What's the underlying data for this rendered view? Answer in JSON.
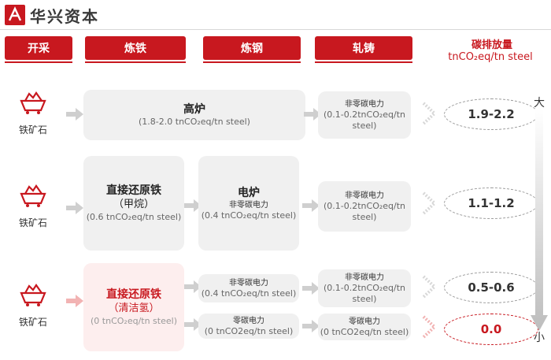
{
  "brand": {
    "name": "华兴资本",
    "accent": "#c8181f"
  },
  "stages": [
    "开采",
    "炼铁",
    "炼钢",
    "轧铸"
  ],
  "emissions_header": {
    "title": "碳排放量",
    "unit": "tnCO₂eq/tn steel"
  },
  "rows": [
    {
      "ore_label": "铁矿石",
      "iron_steel": {
        "title": "高炉",
        "sub": "(1.8-2.0 tnCO₂eq/tn steel)"
      },
      "rolling": {
        "note": "非零碳电力",
        "sub": "(0.1-0.2tnCO₂eq/tn steel)"
      },
      "emission": "1.9-2.2"
    },
    {
      "ore_label": "铁矿石",
      "iron": {
        "title": "直接还原铁",
        "title2": "（甲烷）",
        "sub": "(0.6 tnCO₂eq/tn steel)"
      },
      "steel": {
        "title": "电炉",
        "note": "非零碳电力",
        "sub": "(0.4 tnCO₂eq/tn steel)"
      },
      "rolling": {
        "note": "非零碳电力",
        "sub": "(0.1-0.2tnCO₂eq/tn steel)"
      },
      "emission": "1.1-1.2"
    },
    {
      "ore_label": "铁矿石",
      "iron": {
        "title": "直接还原铁",
        "title2": "（清洁氢）",
        "sub": "(0 tnCO₂eq/tn steel)"
      },
      "steel_a": {
        "note": "非零碳电力",
        "sub": "(0.4 tnCO₂eq/tn steel)"
      },
      "steel_b": {
        "note": "零碳电力",
        "sub": "(0 tnCO2eq/tn steel)"
      },
      "rolling_a": {
        "note": "非零碳电力",
        "sub": "(0.1-0.2tnCO₂eq/tn steel)"
      },
      "rolling_b": {
        "note": "零碳电力",
        "sub": "(0 tnCO2eq/tn steel)"
      },
      "emission_a": "0.5-0.6",
      "emission_b": "0.0"
    }
  ],
  "scale": {
    "high": "大",
    "low": "小"
  }
}
